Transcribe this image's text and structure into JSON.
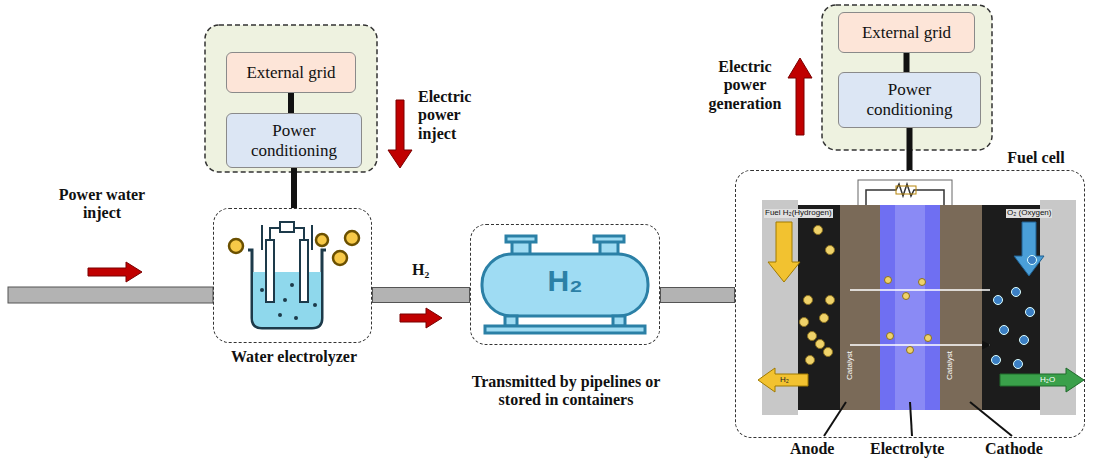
{
  "diagram": {
    "nodes": [
      {
        "text": [
          "External grid"
        ]
      },
      {
        "text": [
          "Power conditioning"
        ]
      },
      {
        "text": [
          "Water electrolyzer"
        ]
      },
      {
        "text": [
          "Transmitted by pipelines or stored in containers"
        ]
      },
      {
        "text": [
          "External grid"
        ]
      },
      {
        "text": [
          "Power conditioning"
        ]
      },
      {
        "text": [
          "Fuel cell"
        ]
      }
    ],
    "edges": [
      {
        "from": 0,
        "to": 1,
        "arrow": "none"
      },
      {
        "from": 1,
        "to": 2,
        "arrow": "none"
      },
      {
        "from": 2,
        "to": 3,
        "label": "H₂",
        "arrow": "none"
      },
      {
        "from": 3,
        "to": 6,
        "arrow": "none"
      },
      {
        "from": 4,
        "to": 5,
        "arrow": "none"
      },
      {
        "from": 5,
        "to": 6,
        "arrow": "none"
      }
    ],
    "labels": [
      "Power water inject",
      "Electric power inject",
      "H₂",
      "Electric power generation",
      "Fuel H₂(Hydrogen)",
      "O₂ (Oxygen)",
      "Catalyst",
      "Catalyst",
      "H₂",
      "H₂O",
      "Anode",
      "Electrolyte",
      "Cathode"
    ]
  }
}
